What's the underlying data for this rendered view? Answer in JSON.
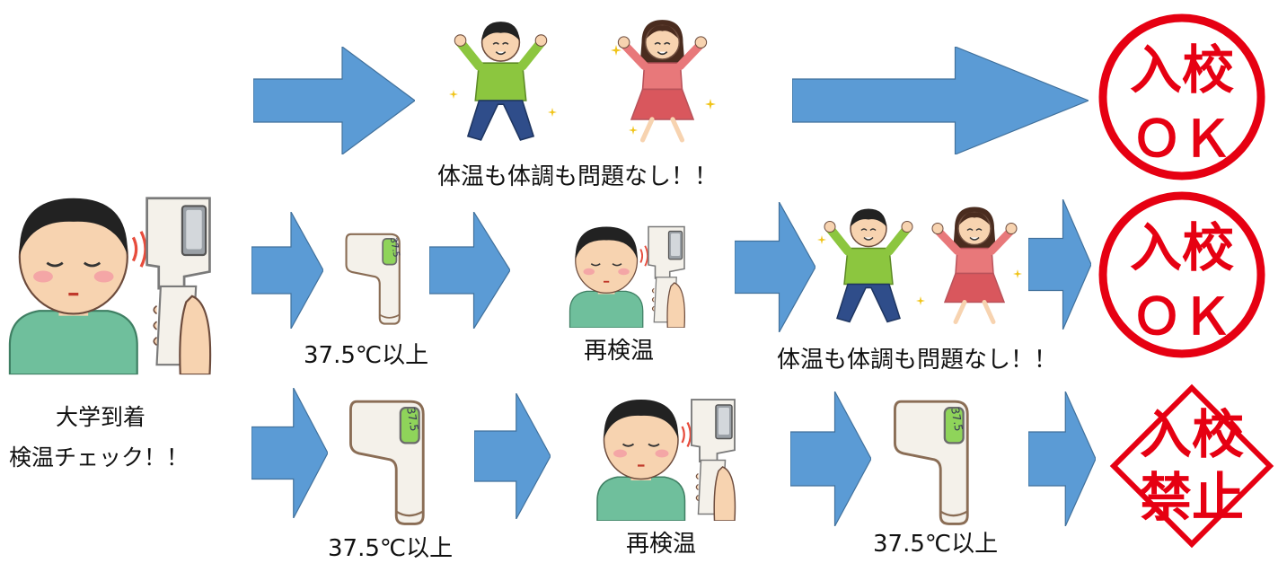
{
  "start": {
    "line1": "大学到着",
    "line2": "検温チェック！！"
  },
  "rows": {
    "row1": {
      "caption": "体温も体調も問題なし！！"
    },
    "row2": {
      "thermo_caption": "37.5℃以上",
      "recheck_caption": "再検温",
      "ok_caption": "体温も体調も問題なし！！"
    },
    "row3": {
      "thermo_caption": "37.5℃以上",
      "recheck_caption": "再検温",
      "thermo2_caption": "37.5℃以上"
    }
  },
  "thermometer_readout": "37.5",
  "stamps": {
    "ok": {
      "line1": "入校",
      "line2": "ＯＫ"
    },
    "denied": {
      "line1": "入校",
      "line2": "禁止"
    }
  },
  "colors": {
    "arrow": "#5b9bd5",
    "stamp_red": "#e60012",
    "shirt_green": "#8cc63f",
    "dress_pink": "#e8787a",
    "thermometer_screen": "#8fd45a"
  }
}
